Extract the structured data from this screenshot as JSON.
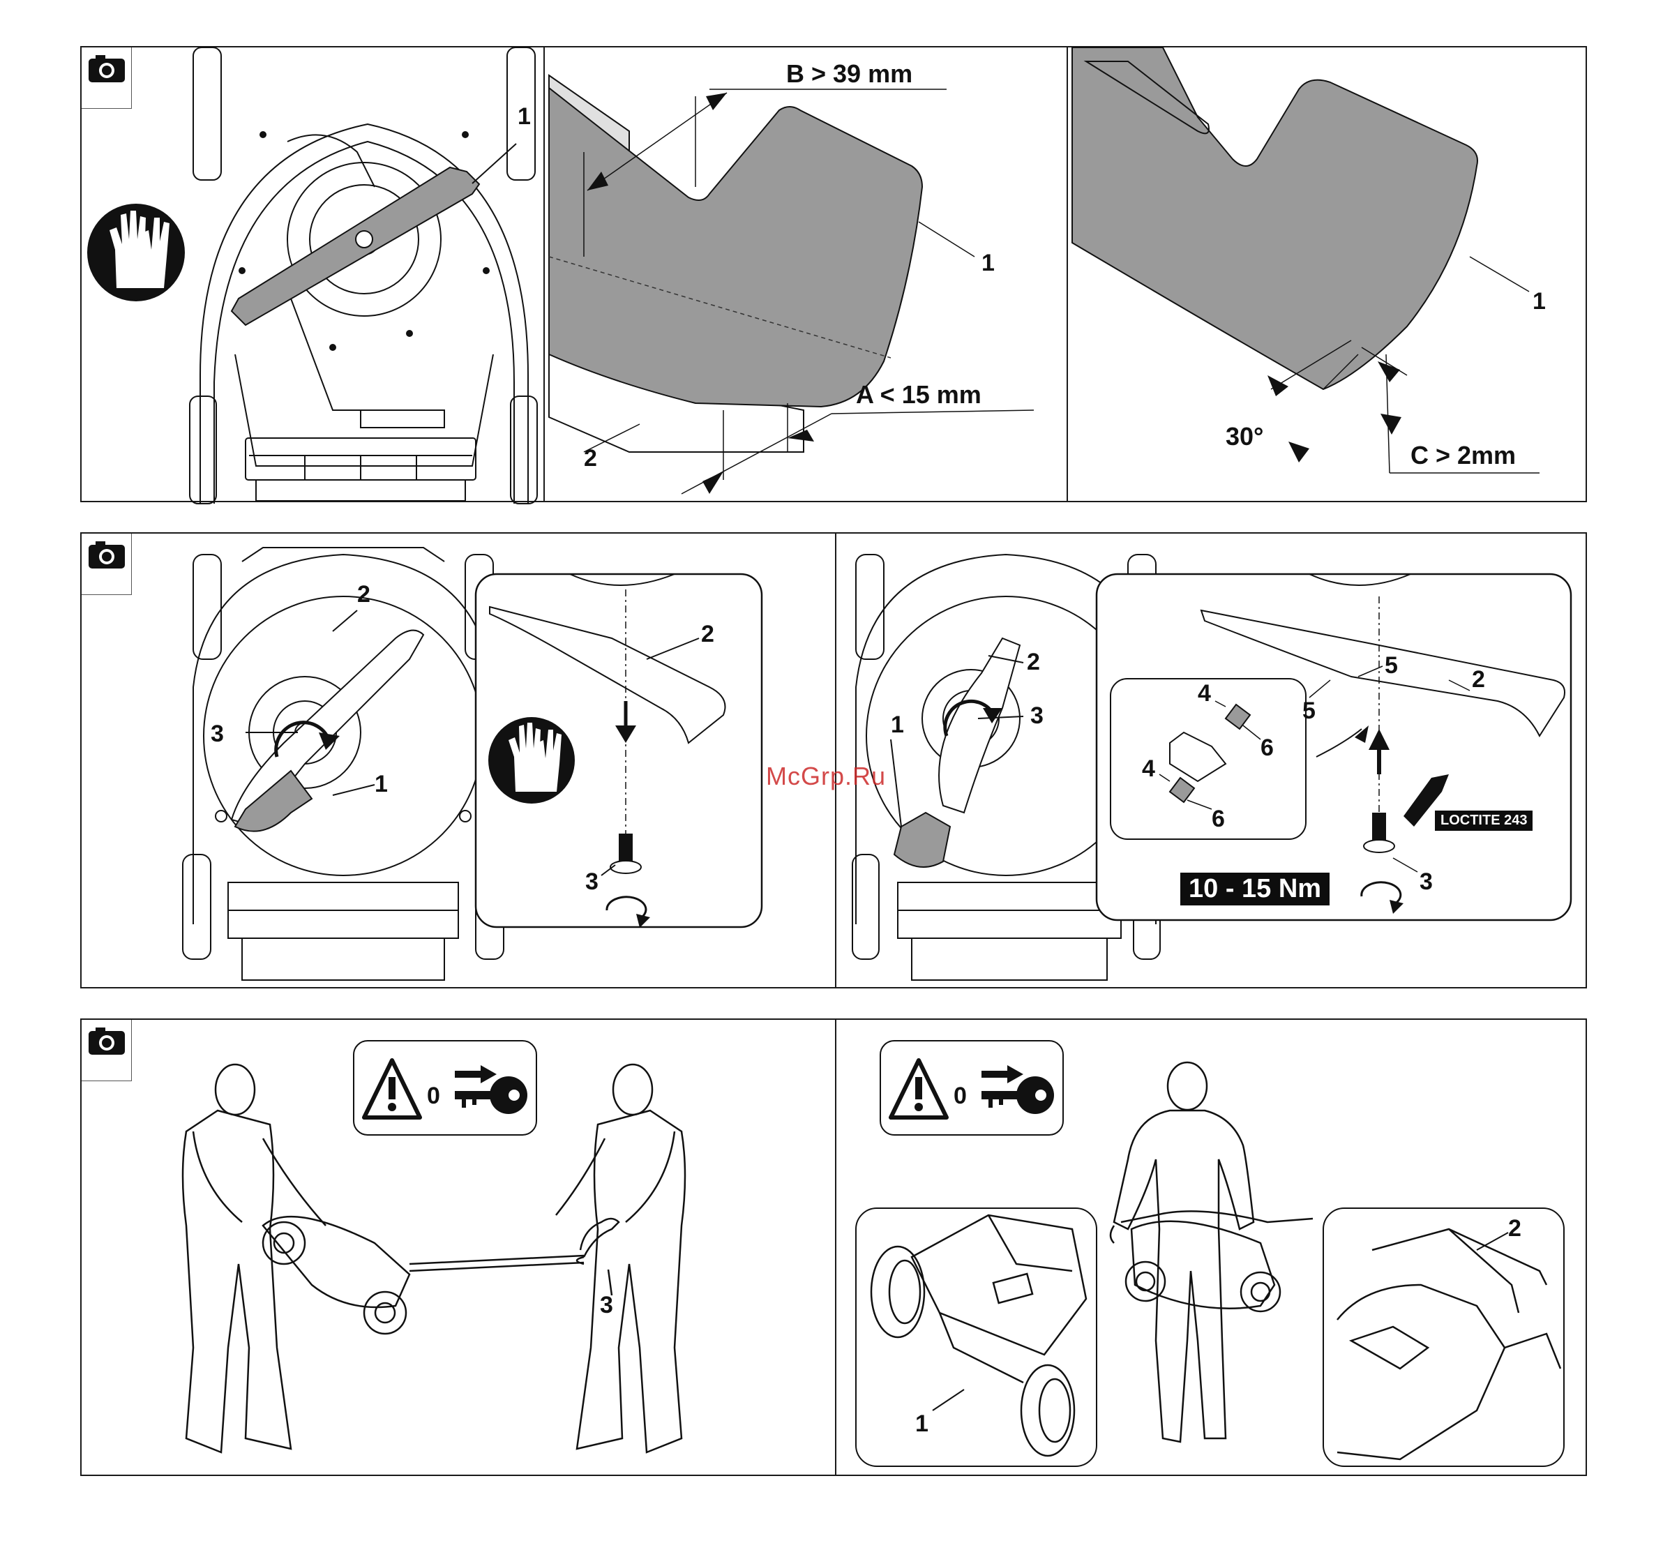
{
  "watermark": "McGrp.Ru",
  "panel1": {
    "label_blade_overview": "1",
    "measure_b": "B > 39 mm",
    "measure_a": "A < 15 mm",
    "label_blade_a": "1",
    "label_block": "2",
    "angle": "30°",
    "measure_c": "C > 2mm",
    "label_blade_c": "1"
  },
  "panel2": {
    "left": {
      "label_2": "2",
      "label_3": "3",
      "label_1": "1"
    },
    "inset": {
      "label_2": "2",
      "label_3": "3"
    },
    "right": {
      "label_1": "1",
      "label_2": "2",
      "label_3": "3"
    },
    "detail": {
      "label_4a": "4",
      "label_6a": "6",
      "label_4b": "4",
      "label_6b": "6",
      "label_5a": "5",
      "label_5b": "5",
      "label_2": "2",
      "label_3": "3"
    },
    "torque": "10 - 15 Nm",
    "loctite": "LOCTITE 243"
  },
  "panel3": {
    "warning_zero_left": "0",
    "warning_zero_right": "0",
    "label_3": "3",
    "label_1": "1",
    "label_2": "2"
  },
  "colors": {
    "line": "#111111",
    "blade_gray": "#9a9a9a",
    "watermark": "#cc2a2a"
  },
  "icons": [
    "camera-icon",
    "gloves-icon",
    "warning-triangle-icon",
    "key-icon",
    "rotate-arrow-icon",
    "down-arrow-icon",
    "up-arrow-icon"
  ]
}
